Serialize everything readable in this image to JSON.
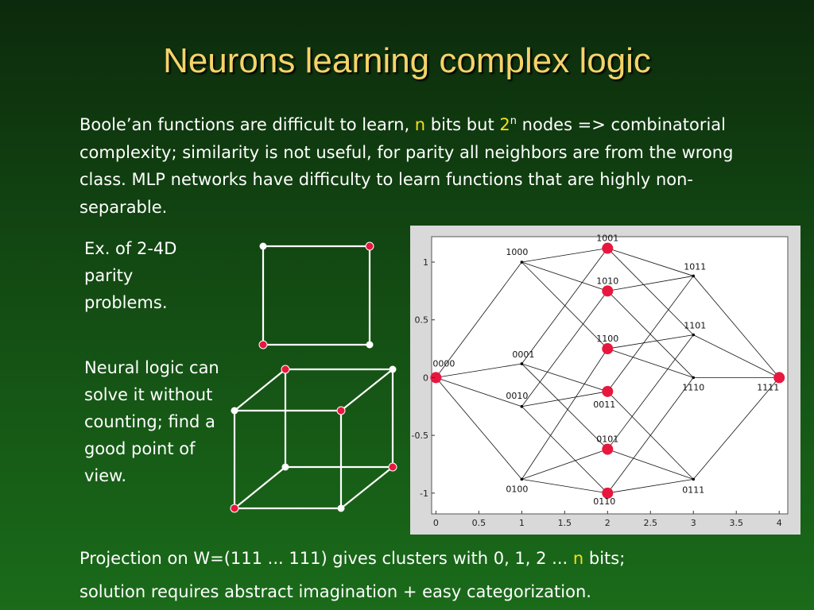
{
  "title": "Neurons learning complex logic",
  "paragraph": {
    "part1": "Boole’an functions are difficult to learn, ",
    "n": "n",
    "part2": " bits but ",
    "two": "2",
    "sup": "n",
    "part3": " nodes => combinatorial complexity; similarity is not useful, for parity all neighbors are from the wrong class. MLP networks have difficulty to learn functions that are highly non-separable."
  },
  "side_text_1": "Ex. of 2-4D parity problems.",
  "side_text_2": "Neural logic can solve it without counting; find a good point of view.",
  "bottom": {
    "line1_a": "Projection on W=(111 ... 111) gives clusters with 0, 1, 2 ... ",
    "line1_n": "n",
    "line1_b": " bits;",
    "line2": "solution requires abstract imagination + easy categorization."
  },
  "colors": {
    "title": "#f5d36a",
    "highlight": "#f4e018",
    "red_node": "#e8173e",
    "white_node": "#ffffff"
  },
  "chart_data": {
    "type": "scatter",
    "x_ticks": [
      "0",
      "0.5",
      "1",
      "1.5",
      "2",
      "2.5",
      "3",
      "3.5",
      "4"
    ],
    "y_ticks": [
      "1",
      "0.5",
      "0",
      "-0.5",
      "-1"
    ],
    "xlim": [
      -0.05,
      4.1
    ],
    "ylim": [
      -1.18,
      1.22
    ],
    "grid": false,
    "nodes": [
      {
        "label": "0000",
        "x": 0,
        "y": 0,
        "odd": false
      },
      {
        "label": "1000",
        "x": 1,
        "y": 1,
        "odd": true
      },
      {
        "label": "0001",
        "x": 1,
        "y": 0.12,
        "odd": true
      },
      {
        "label": "0010",
        "x": 1,
        "y": -0.25,
        "odd": true
      },
      {
        "label": "0100",
        "x": 1,
        "y": -0.88,
        "odd": true
      },
      {
        "label": "1001",
        "x": 2,
        "y": 1.12,
        "odd": false
      },
      {
        "label": "1010",
        "x": 2,
        "y": 0.75,
        "odd": false
      },
      {
        "label": "1100",
        "x": 2,
        "y": 0.25,
        "odd": false
      },
      {
        "label": "0011",
        "x": 2,
        "y": -0.12,
        "odd": false
      },
      {
        "label": "0101",
        "x": 2,
        "y": -0.62,
        "odd": false
      },
      {
        "label": "0110",
        "x": 2,
        "y": -1.0,
        "odd": false
      },
      {
        "label": "1011",
        "x": 3,
        "y": 0.88,
        "odd": true
      },
      {
        "label": "1101",
        "x": 3,
        "y": 0.37,
        "odd": true
      },
      {
        "label": "1110",
        "x": 3,
        "y": 0,
        "odd": true
      },
      {
        "label": "0111",
        "x": 3,
        "y": -0.88,
        "odd": true
      },
      {
        "label": "1111",
        "x": 4,
        "y": 0,
        "odd": false
      }
    ],
    "edges": [
      [
        "0000",
        "1000"
      ],
      [
        "0000",
        "0001"
      ],
      [
        "0000",
        "0010"
      ],
      [
        "0000",
        "0100"
      ],
      [
        "1000",
        "1001"
      ],
      [
        "1000",
        "1010"
      ],
      [
        "1000",
        "1100"
      ],
      [
        "0001",
        "1001"
      ],
      [
        "0001",
        "0011"
      ],
      [
        "0001",
        "0101"
      ],
      [
        "0010",
        "1010"
      ],
      [
        "0010",
        "0011"
      ],
      [
        "0010",
        "0110"
      ],
      [
        "0100",
        "1100"
      ],
      [
        "0100",
        "0101"
      ],
      [
        "0100",
        "0110"
      ],
      [
        "1001",
        "1011"
      ],
      [
        "1001",
        "1101"
      ],
      [
        "1010",
        "1011"
      ],
      [
        "1010",
        "1110"
      ],
      [
        "1100",
        "1101"
      ],
      [
        "1100",
        "1110"
      ],
      [
        "0011",
        "1011"
      ],
      [
        "0011",
        "0111"
      ],
      [
        "0101",
        "1101"
      ],
      [
        "0101",
        "0111"
      ],
      [
        "0110",
        "1110"
      ],
      [
        "0110",
        "0111"
      ],
      [
        "1011",
        "1111"
      ],
      [
        "1101",
        "1111"
      ],
      [
        "1110",
        "1111"
      ],
      [
        "0111",
        "1111"
      ]
    ]
  }
}
